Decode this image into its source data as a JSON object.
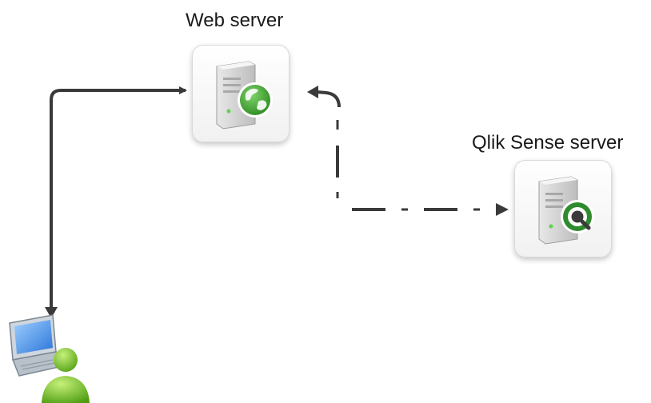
{
  "diagram": {
    "nodes": [
      {
        "id": "web-server",
        "label": "Web server",
        "icon": "web-server-globe-icon"
      },
      {
        "id": "qlik-sense-server",
        "label": "Qlik Sense server",
        "icon": "qlik-server-icon"
      },
      {
        "id": "client",
        "label": "",
        "icon": "user-computer-icon"
      }
    ],
    "edges": [
      {
        "from": "client",
        "to": "web-server",
        "style": "solid",
        "direction": "both"
      },
      {
        "from": "web-server",
        "to": "qlik-sense-server",
        "style": "dash-dot",
        "direction": "both"
      }
    ],
    "colors": {
      "connector": "#3a3a3a",
      "globe": "#3f9a2e",
      "qlik": "#2e8b2e",
      "user": "#6fbe21"
    }
  }
}
